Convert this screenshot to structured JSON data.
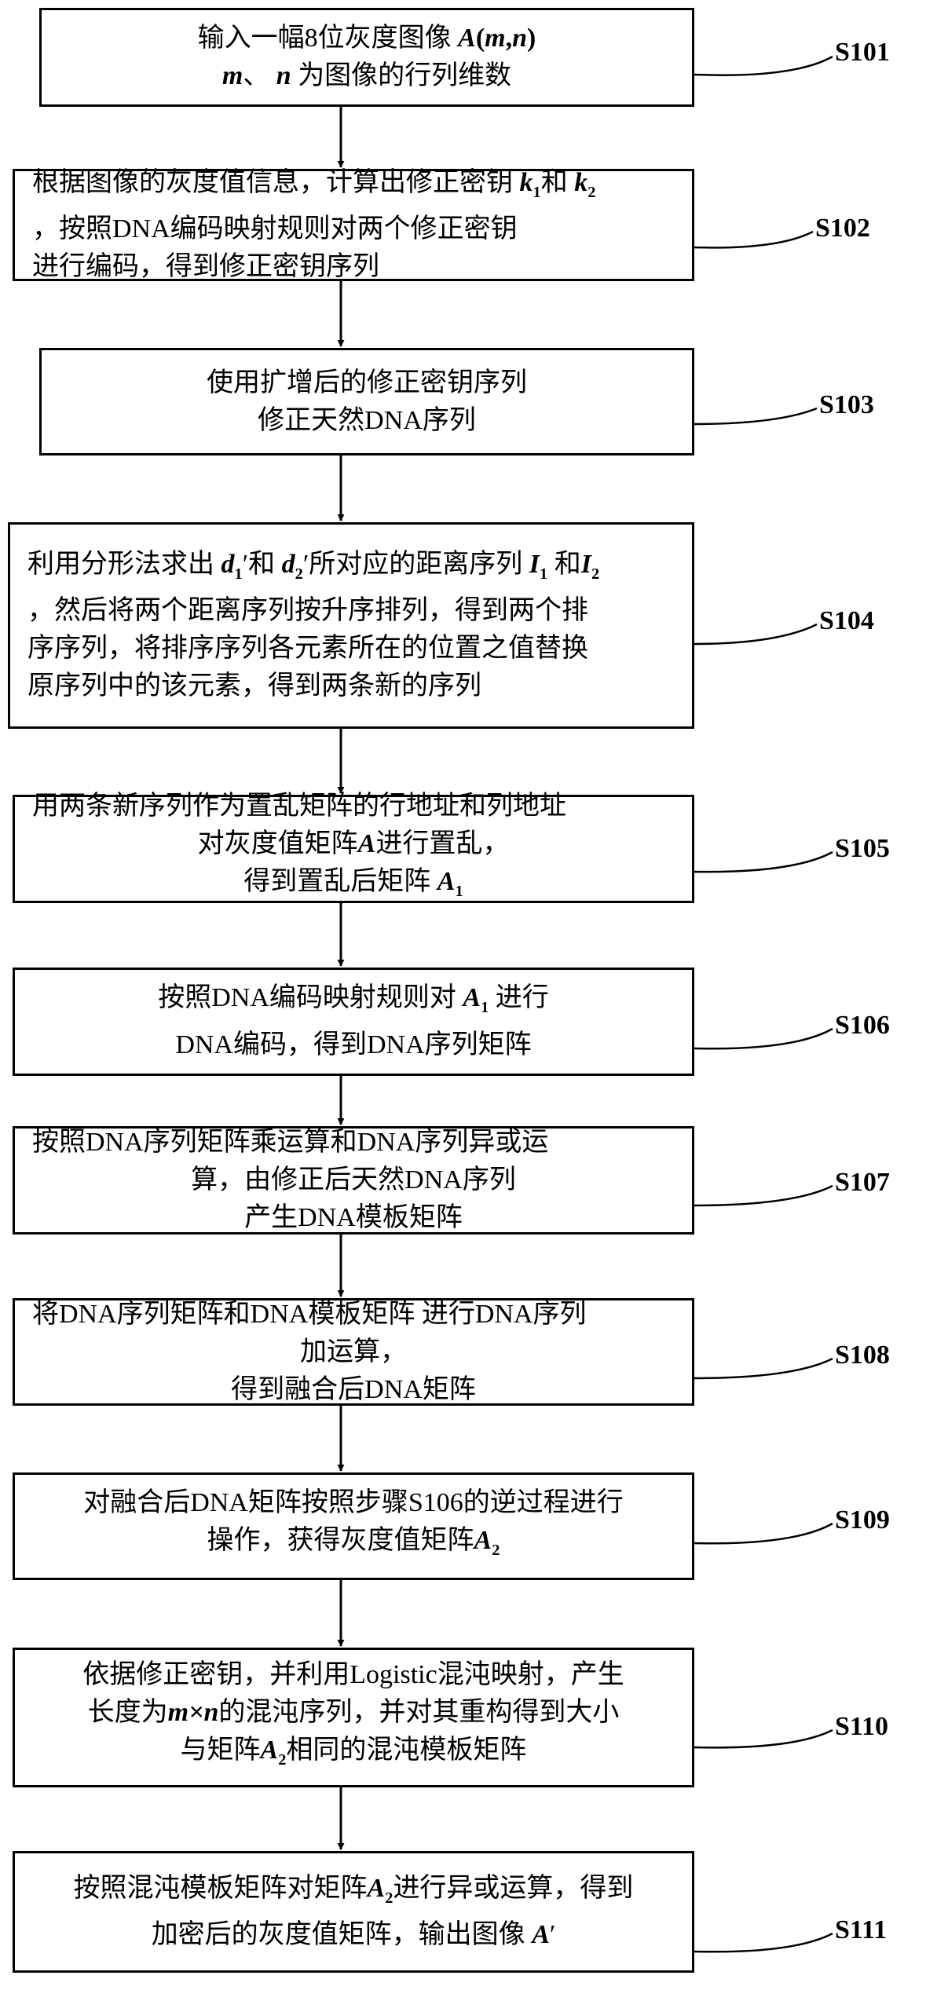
{
  "steps": [
    {
      "id": "s101",
      "label": "S101",
      "lines": [
        {
          "parts": [
            {
              "t": "输入一幅8位灰度图像 "
            },
            {
              "t": "A",
              "m": true
            },
            {
              "t": "(",
              "b": true
            },
            {
              "t": "m",
              "m": true
            },
            {
              "t": ",",
              "b": true
            },
            {
              "t": "n",
              "m": true
            },
            {
              "t": ")",
              "b": true
            }
          ]
        },
        {
          "parts": [
            {
              "t": "m",
              "m": true
            },
            {
              "t": "、 "
            },
            {
              "t": "n",
              "m": true
            },
            {
              "t": " 为图像的行列维数"
            }
          ]
        }
      ]
    },
    {
      "id": "s102",
      "label": "S102",
      "lines": [
        {
          "parts": [
            {
              "t": "根据图像的灰度值信息，计算出修正密钥 "
            },
            {
              "t": "k",
              "m": true
            },
            {
              "t": "1",
              "sub": true
            },
            {
              "t": "和 "
            },
            {
              "t": "k",
              "m": true
            },
            {
              "t": "2",
              "sub": true
            }
          ]
        },
        {
          "parts": [
            {
              "t": "，按照DNA编码映射规则对两个修正密钥"
            }
          ]
        },
        {
          "parts": [
            {
              "t": "进行编码，得到修正密钥序列"
            }
          ]
        }
      ]
    },
    {
      "id": "s103",
      "label": "S103",
      "lines": [
        {
          "parts": [
            {
              "t": "使用扩增后的修正密钥序列"
            }
          ]
        },
        {
          "parts": [
            {
              "t": "修正天然DNA序列"
            }
          ]
        }
      ]
    },
    {
      "id": "s104",
      "label": "S104",
      "lines": [
        {
          "parts": [
            {
              "t": "利用分形法求出 "
            },
            {
              "t": "d",
              "m": true
            },
            {
              "t": "1",
              "sub": true
            },
            {
              "t": "′和 "
            },
            {
              "t": "d",
              "m": true
            },
            {
              "t": "2",
              "sub": true
            },
            {
              "t": "′所对应的距离序列 "
            },
            {
              "t": "I",
              "m": true
            },
            {
              "t": "1",
              "sub": true
            },
            {
              "t": " 和"
            },
            {
              "t": "I",
              "m": true
            },
            {
              "t": "2",
              "sub": true
            }
          ]
        },
        {
          "parts": [
            {
              "t": "，然后将两个距离序列按升序排列，得到两个排"
            }
          ]
        },
        {
          "parts": [
            {
              "t": "序序列，将排序序列各元素所在的位置之值替换"
            }
          ]
        },
        {
          "parts": [
            {
              "t": "原序列中的该元素，得到两条新的序列"
            }
          ]
        }
      ]
    },
    {
      "id": "s105",
      "label": "S105",
      "lines": [
        {
          "parts": [
            {
              "t": "用两条新序列作为置乱矩阵的行地址和列地址"
            }
          ]
        },
        {
          "parts": [
            {
              "t": "对灰度值矩阵"
            },
            {
              "t": "A",
              "m": true
            },
            {
              "t": "进行置乱，"
            }
          ]
        },
        {
          "parts": [
            {
              "t": "得到置乱后矩阵 "
            },
            {
              "t": "A",
              "m": true
            },
            {
              "t": "1",
              "sub": true
            }
          ]
        }
      ]
    },
    {
      "id": "s106",
      "label": "S106",
      "lines": [
        {
          "parts": [
            {
              "t": "按照DNA编码映射规则对 "
            },
            {
              "t": "A",
              "m": true
            },
            {
              "t": "1",
              "sub": true
            },
            {
              "t": " 进行"
            }
          ]
        },
        {
          "parts": [
            {
              "t": "DNA编码，得到DNA序列矩阵"
            }
          ]
        }
      ]
    },
    {
      "id": "s107",
      "label": "S107",
      "lines": [
        {
          "parts": [
            {
              "t": "按照DNA序列矩阵乘运算和DNA序列异或运"
            }
          ]
        },
        {
          "parts": [
            {
              "t": "算，由修正后天然DNA序列"
            }
          ]
        },
        {
          "parts": [
            {
              "t": "产生DNA模板矩阵"
            }
          ]
        }
      ]
    },
    {
      "id": "s108",
      "label": "S108",
      "lines": [
        {
          "parts": [
            {
              "t": "将DNA序列矩阵和DNA模板矩阵 进行DNA序列"
            }
          ]
        },
        {
          "parts": [
            {
              "t": "加运算，"
            }
          ]
        },
        {
          "parts": [
            {
              "t": "得到融合后DNA矩阵"
            }
          ]
        }
      ]
    },
    {
      "id": "s109",
      "label": "S109",
      "lines": [
        {
          "parts": [
            {
              "t": "对融合后DNA矩阵按照步骤S106的逆过程进行"
            }
          ]
        },
        {
          "parts": [
            {
              "t": "操作，获得灰度值矩阵"
            },
            {
              "t": "A",
              "m": true
            },
            {
              "t": "2",
              "sub": true
            }
          ]
        }
      ]
    },
    {
      "id": "s110",
      "label": "S110",
      "lines": [
        {
          "parts": [
            {
              "t": "依据修正密钥，并利用Logistic混沌映射，产生"
            }
          ]
        },
        {
          "parts": [
            {
              "t": "长度为"
            },
            {
              "t": "m×n",
              "m": true
            },
            {
              "t": "的混沌序列，并对其重构得到大小"
            }
          ]
        },
        {
          "parts": [
            {
              "t": "与矩阵"
            },
            {
              "t": "A",
              "m": true
            },
            {
              "t": "2",
              "sub": true
            },
            {
              "t": "相同的混沌模板矩阵"
            }
          ]
        }
      ]
    },
    {
      "id": "s111",
      "label": "S111",
      "lines": [
        {
          "parts": [
            {
              "t": "按照混沌模板矩阵对矩阵"
            },
            {
              "t": "A",
              "m": true
            },
            {
              "t": "2",
              "sub": true
            },
            {
              "t": "进行异或运算，得到"
            }
          ]
        },
        {
          "parts": [
            {
              "t": "加密后的灰度值矩阵，输出图像 "
            },
            {
              "t": "A",
              "m": true
            },
            {
              "t": "′"
            }
          ]
        }
      ]
    }
  ]
}
